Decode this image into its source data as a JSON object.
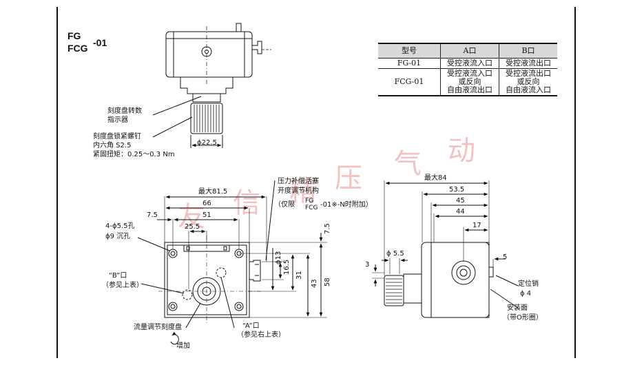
{
  "title": {
    "line1": "FG",
    "line2": "FCG",
    "suffix": "-01"
  },
  "spec_table": {
    "headers": [
      "型号",
      "A口",
      "B口"
    ],
    "rows": [
      {
        "model": "FG-01",
        "a_port": [
          "受控液流入口"
        ],
        "b_port": [
          "受控液流出口"
        ]
      },
      {
        "model": "FCG-01",
        "a_port": [
          "受控液流入口",
          "或反向",
          "自由液流出口"
        ],
        "b_port": [
          "受控液流出口",
          "或反向",
          "自由液流入口"
        ]
      }
    ]
  },
  "top_view": {
    "dial_counter_label": "刻度盘转数",
    "indicator_label": "指示器",
    "lock_screw_label": "刻度盘锁紧螺钉",
    "hex_label": "内六角 S2.5",
    "torque_label": "紧固扭矩：0.25～0.3 Nm",
    "diameter": "ϕ22.5"
  },
  "front_view": {
    "dims": {
      "max_width": "最大81.5",
      "w66": "66",
      "w51": "51",
      "w25_5": "25.5",
      "w7_5": "7.5",
      "h7_5": "7.5",
      "h13": "ϕ13",
      "h16_5": "16.5",
      "h31": "31",
      "h43": "43",
      "h58": "58"
    },
    "comp_plug_label": "压力补偿活塞",
    "comp_plug_label2": "开度调节机构",
    "comp_note_prefix": "（仅限",
    "comp_note_fg": "FG",
    "comp_note_fcg": "FCG",
    "comp_note_suffix": "-01※-N时附加）",
    "holes_label": "4-ϕ5.5孔",
    "counterbore_label": "ϕ9 沉孔",
    "b_port_label": "“B”口",
    "b_port_ref": "（参见上表）",
    "a_port_label": "“A”口",
    "a_port_ref": "（参见右上表）",
    "flow_dial_label": "流量调节刻度盘",
    "increase_label": "增加"
  },
  "side_view": {
    "dims": {
      "max84": "最大84",
      "d53_5": "53.5",
      "d45": "45",
      "d44": "44",
      "d17": "17",
      "d5_5": "ϕ 5.5",
      "d3": "3",
      "d5": "5"
    },
    "pin_label": "定位销",
    "pin_dia": "ϕ 4",
    "mount_label": "安装面",
    "oring_label": "（带O形圈）"
  },
  "watermark": [
    "友",
    "信",
    "精",
    "压",
    "气",
    "动"
  ]
}
